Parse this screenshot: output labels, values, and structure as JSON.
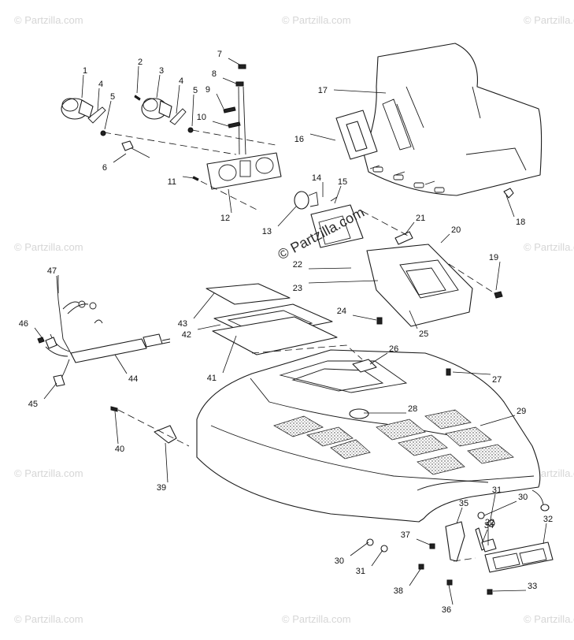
{
  "watermarks": {
    "corner_text": "© Partzilla.com",
    "center_text": "© Partzilla.com"
  },
  "parts": [
    {
      "number": "1"
    },
    {
      "number": "2"
    },
    {
      "number": "3"
    },
    {
      "number": "4"
    },
    {
      "number": "4"
    },
    {
      "number": "5"
    },
    {
      "number": "5"
    },
    {
      "number": "6"
    },
    {
      "number": "7"
    },
    {
      "number": "8"
    },
    {
      "number": "9"
    },
    {
      "number": "10"
    },
    {
      "number": "11"
    },
    {
      "number": "12"
    },
    {
      "number": "13"
    },
    {
      "number": "14"
    },
    {
      "number": "15"
    },
    {
      "number": "16"
    },
    {
      "number": "17"
    },
    {
      "number": "18"
    },
    {
      "number": "19"
    },
    {
      "number": "20"
    },
    {
      "number": "21"
    },
    {
      "number": "22"
    },
    {
      "number": "23"
    },
    {
      "number": "24"
    },
    {
      "number": "25"
    },
    {
      "number": "26"
    },
    {
      "number": "27"
    },
    {
      "number": "28"
    },
    {
      "number": "29"
    },
    {
      "number": "30"
    },
    {
      "number": "30"
    },
    {
      "number": "31"
    },
    {
      "number": "31"
    },
    {
      "number": "32"
    },
    {
      "number": "33"
    },
    {
      "number": "34"
    },
    {
      "number": "35"
    },
    {
      "number": "36"
    },
    {
      "number": "37"
    },
    {
      "number": "38"
    },
    {
      "number": "39"
    },
    {
      "number": "40"
    },
    {
      "number": "41"
    },
    {
      "number": "42"
    },
    {
      "number": "43"
    },
    {
      "number": "44"
    },
    {
      "number": "45"
    },
    {
      "number": "46"
    },
    {
      "number": "47"
    },
    {
      "number": "22"
    }
  ]
}
